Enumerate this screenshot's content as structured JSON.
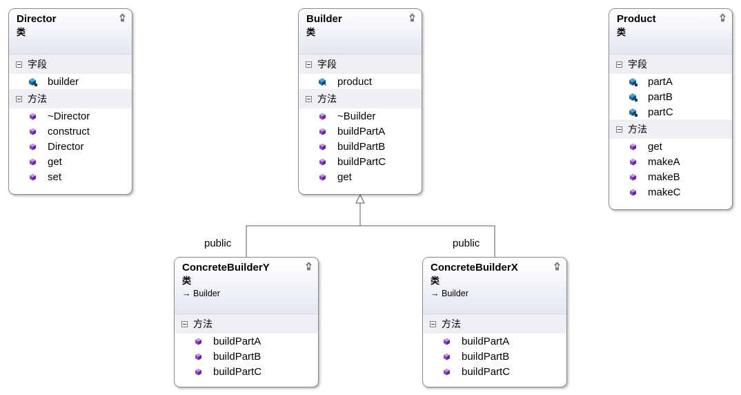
{
  "classes": {
    "director": {
      "name": "Director",
      "kind": "类",
      "fields_label": "字段",
      "fields": [
        "builder"
      ],
      "methods_label": "方法",
      "methods": [
        "~Director",
        "construct",
        "Director",
        "get",
        "set"
      ]
    },
    "builder": {
      "name": "Builder",
      "kind": "类",
      "fields_label": "字段",
      "fields": [
        "product"
      ],
      "methods_label": "方法",
      "methods": [
        "~Builder",
        "buildPartA",
        "buildPartB",
        "buildPartC",
        "get"
      ]
    },
    "product": {
      "name": "Product",
      "kind": "类",
      "fields_label": "字段",
      "fields": [
        "partA",
        "partB",
        "partC"
      ],
      "methods_label": "方法",
      "methods": [
        "get",
        "makeA",
        "makeB",
        "makeC"
      ]
    },
    "concrete_y": {
      "name": "ConcreteBuilderY",
      "kind": "类",
      "base": "Builder",
      "methods_label": "方法",
      "methods": [
        "buildPartA",
        "buildPartB",
        "buildPartC"
      ]
    },
    "concrete_x": {
      "name": "ConcreteBuilderX",
      "kind": "类",
      "base": "Builder",
      "methods_label": "方法",
      "methods": [
        "buildPartA",
        "buildPartB",
        "buildPartC"
      ]
    }
  },
  "inheritance_labels": {
    "left": "public",
    "right": "public"
  },
  "icons": {
    "collapse": "double-chevron-up-icon",
    "section_toggle": "minus-box-icon",
    "field": "field-icon",
    "method": "method-icon",
    "base_arrow": "inherit-arrow-icon"
  },
  "colors": {
    "header_gradient_end": "#e3e7f1",
    "section_bg": "#eef0f6",
    "method_icon": "#8a46c4",
    "field_icon": "#1e6fa8"
  }
}
